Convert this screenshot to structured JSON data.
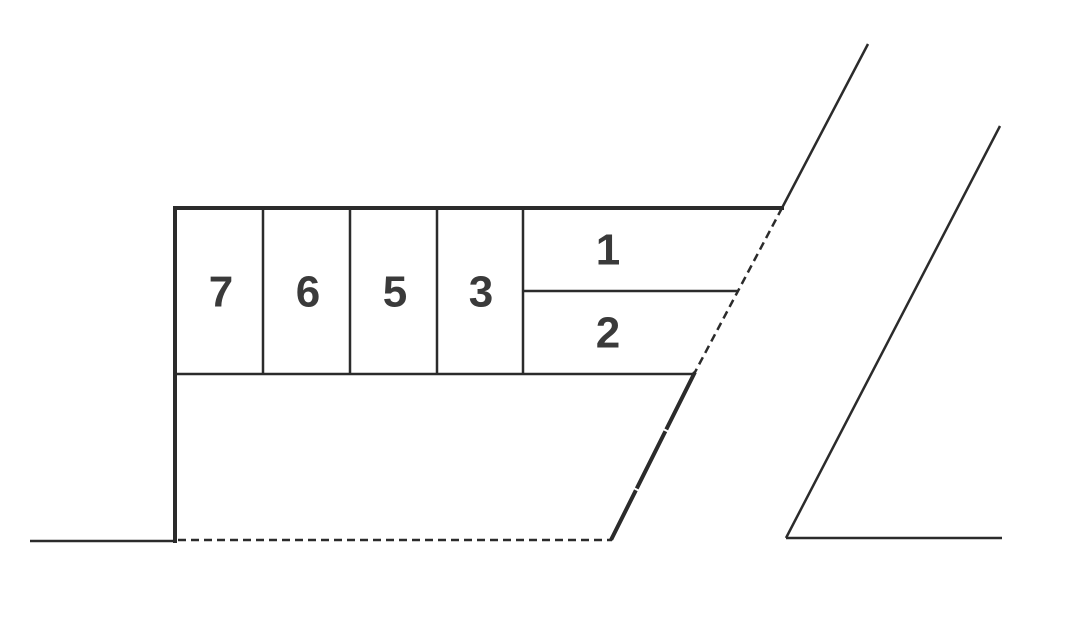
{
  "diagram": {
    "lots": [
      {
        "id": "7",
        "label": "7"
      },
      {
        "id": "6",
        "label": "6"
      },
      {
        "id": "5",
        "label": "5"
      },
      {
        "id": "3",
        "label": "3"
      },
      {
        "id": "1",
        "label": "1"
      },
      {
        "id": "2",
        "label": "2"
      }
    ],
    "colors": {
      "line": "#2b2b2b",
      "text": "#3a3a3a",
      "background": "#ffffff"
    }
  }
}
